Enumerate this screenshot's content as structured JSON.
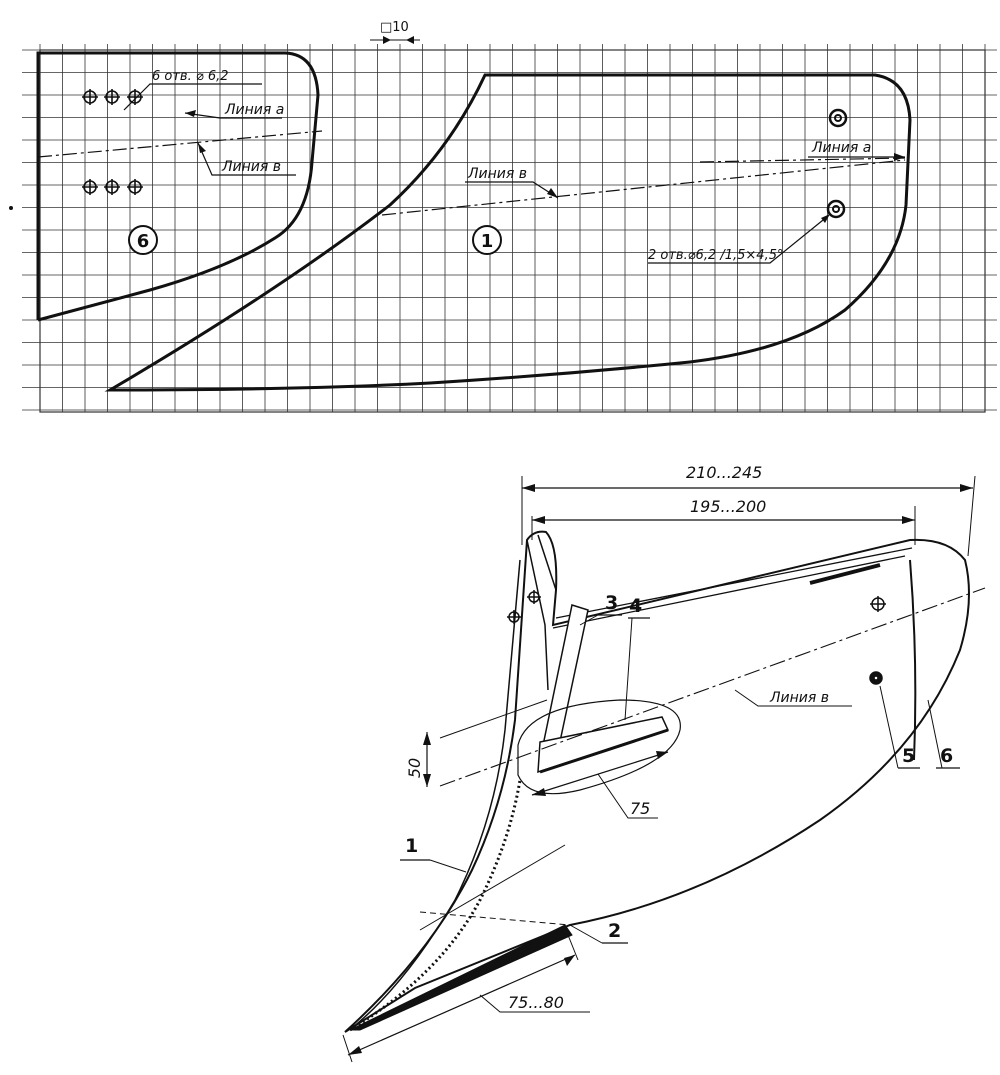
{
  "template": {
    "grid_note": "□10",
    "part6_circle_label": "6",
    "part1_circle_label": "1",
    "holes_6_note": "6 отв. ⌀ 6,2",
    "line_a_left": "Линия а",
    "line_b_left": "Линия в",
    "line_b_center": "Линия в",
    "line_a_right": "Линия а",
    "holes_2_note": "2 отв.⌀6,2 /1,5×4,5°"
  },
  "assembly": {
    "dim_overall": "210...245",
    "dim_body": "195...200",
    "dim_height": "50",
    "dim_strip": "75",
    "dim_blade": "75...80",
    "line_b": "Линия в",
    "callouts": [
      "1",
      "2",
      "3",
      "4",
      "5",
      "6"
    ]
  },
  "colors": {
    "ink": "#111111",
    "grid": "#333333",
    "paper": "#ffffff"
  }
}
